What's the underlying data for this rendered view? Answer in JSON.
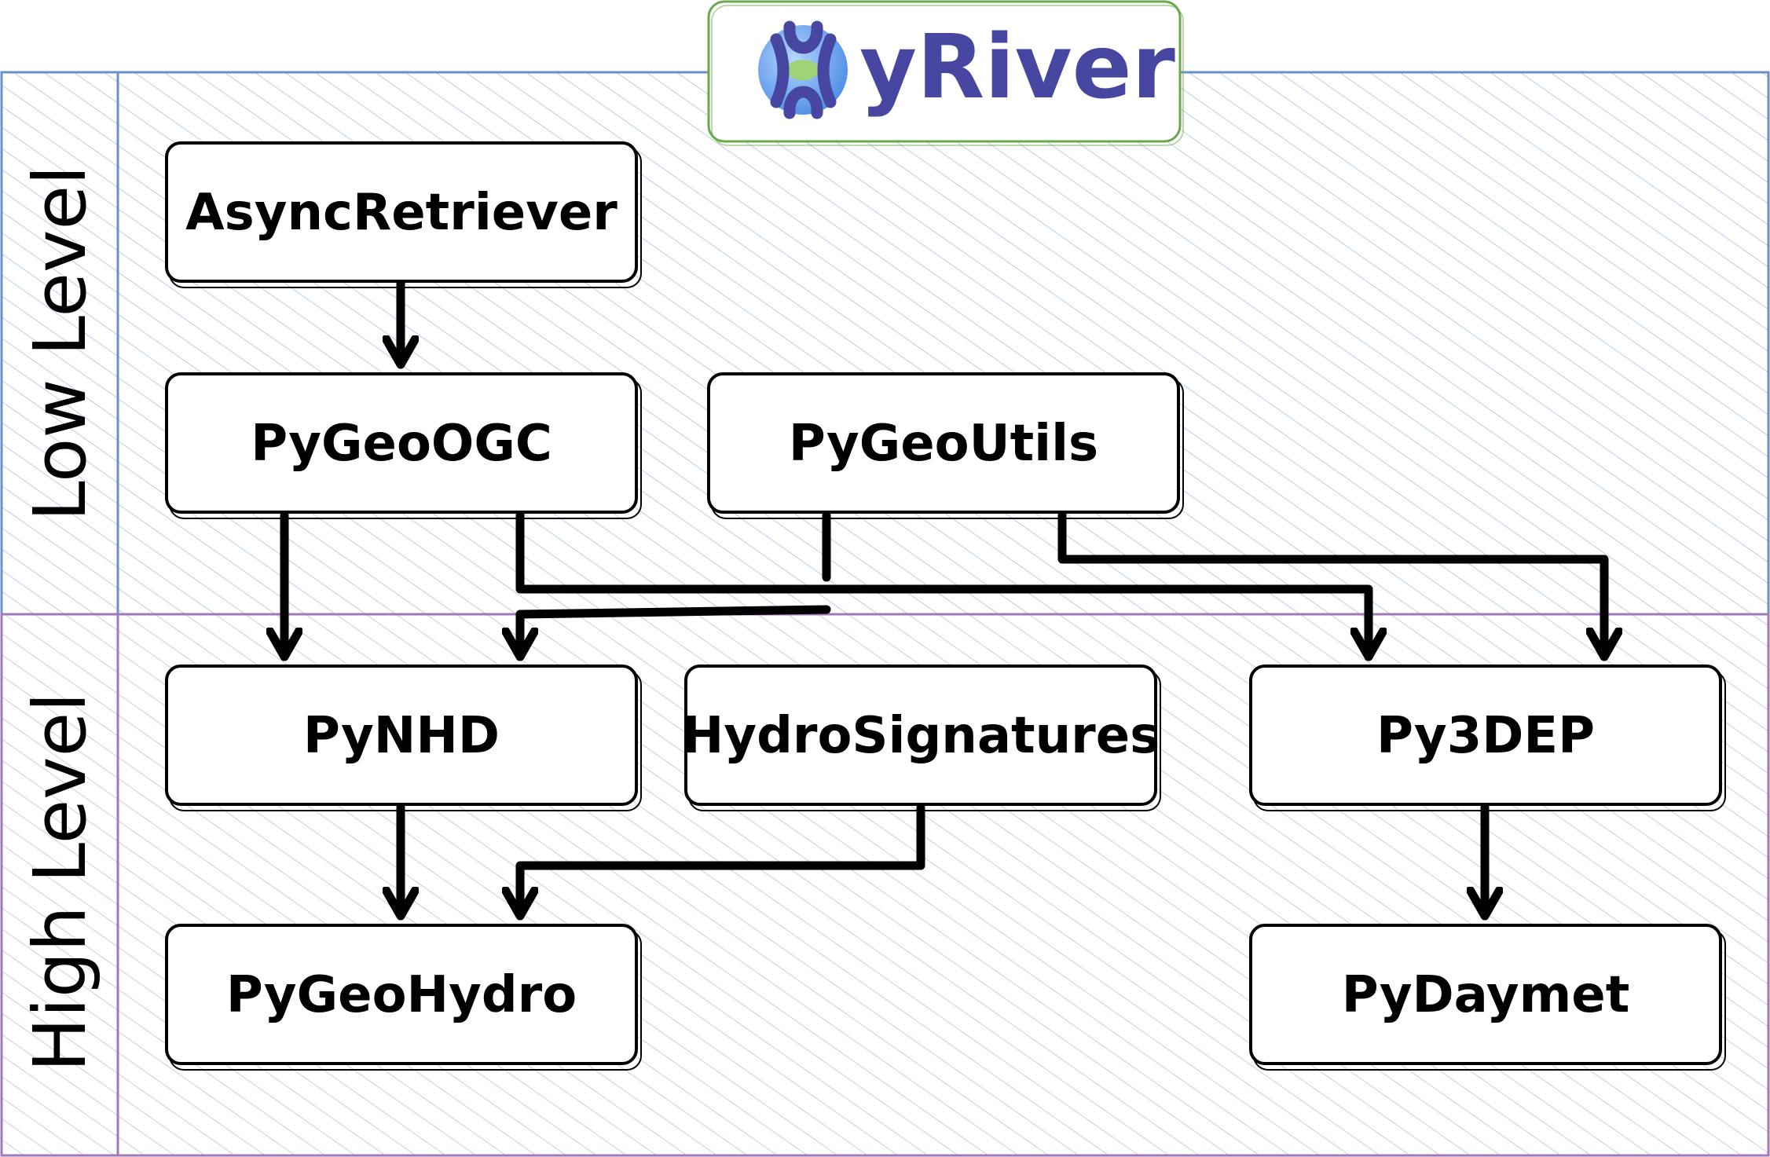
{
  "logo": {
    "text": "yRiver",
    "color": "#4747a1",
    "icon_fill": "#4f8fe6",
    "frame_color": "#6aaa4c"
  },
  "bands": [
    {
      "id": "low",
      "label": "Low Level",
      "color": "#6f8fc9"
    },
    {
      "id": "high",
      "label": "High Level",
      "color": "#a07ab8"
    }
  ],
  "nodes": [
    {
      "id": "asyncretriever",
      "label": "AsyncRetriever"
    },
    {
      "id": "pygeoogc",
      "label": "PyGeoOGC"
    },
    {
      "id": "pygeoutils",
      "label": "PyGeoUtils"
    },
    {
      "id": "pynhd",
      "label": "PyNHD"
    },
    {
      "id": "hydrosignatures",
      "label": "HydroSignatures"
    },
    {
      "id": "py3dep",
      "label": "Py3DEP"
    },
    {
      "id": "pygeohydro",
      "label": "PyGeoHydro"
    },
    {
      "id": "pydaymet",
      "label": "PyDaymet"
    }
  ],
  "edges": [
    {
      "from": "asyncretriever",
      "to": "pygeoogc"
    },
    {
      "from": "pygeoogc",
      "to": "pynhd"
    },
    {
      "from": "pygeoogc",
      "to": "py3dep"
    },
    {
      "from": "pygeoutils",
      "to": "pynhd"
    },
    {
      "from": "pygeoutils",
      "to": "pydaymet"
    },
    {
      "from": "pynhd",
      "to": "pygeohydro"
    },
    {
      "from": "hydrosignatures",
      "to": "pygeohydro"
    },
    {
      "from": "py3dep",
      "to": "pydaymet"
    }
  ]
}
